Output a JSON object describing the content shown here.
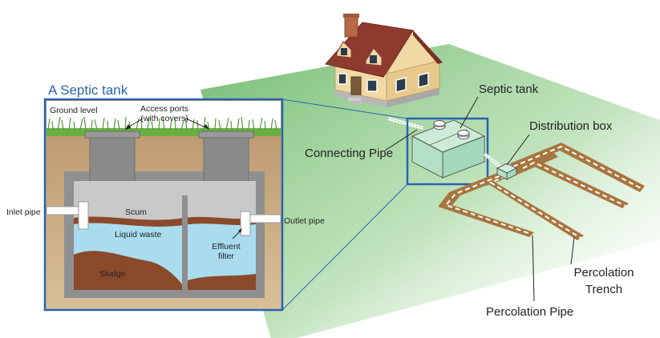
{
  "title": "A Septic tank",
  "labels": {
    "ground_level": "Ground level",
    "access_ports_line1": "Access ports",
    "access_ports_line2": "(with covers)",
    "inlet_pipe": "Inlet pipe",
    "outlet_pipe": "Outlet pipe",
    "scum": "Scum",
    "liquid_waste": "Liquid waste",
    "effluent_line1": "Effluent",
    "effluent_line2": "filter",
    "sludge": "Sludge",
    "septic_tank": "Septic tank",
    "connecting_pipe": "Connecting Pipe",
    "distribution_box": "Distribution box",
    "percolation_trench_line1": "Percolation",
    "percolation_trench_line2": "Trench",
    "percolation_pipe": "Percolation Pipe"
  },
  "colors": {
    "frame": "#2a63b0",
    "soil": "#c8a77a",
    "concrete": "#8f8f8f",
    "scum": "#c9c9c9",
    "liquid": "#a9dcef",
    "sludge": "#8a4a2a",
    "grass": "#5aa43a",
    "field": "#7fc27a",
    "trench": "#a8763f",
    "roof": "#8e3a2e",
    "siding": "#f1d9a4"
  }
}
